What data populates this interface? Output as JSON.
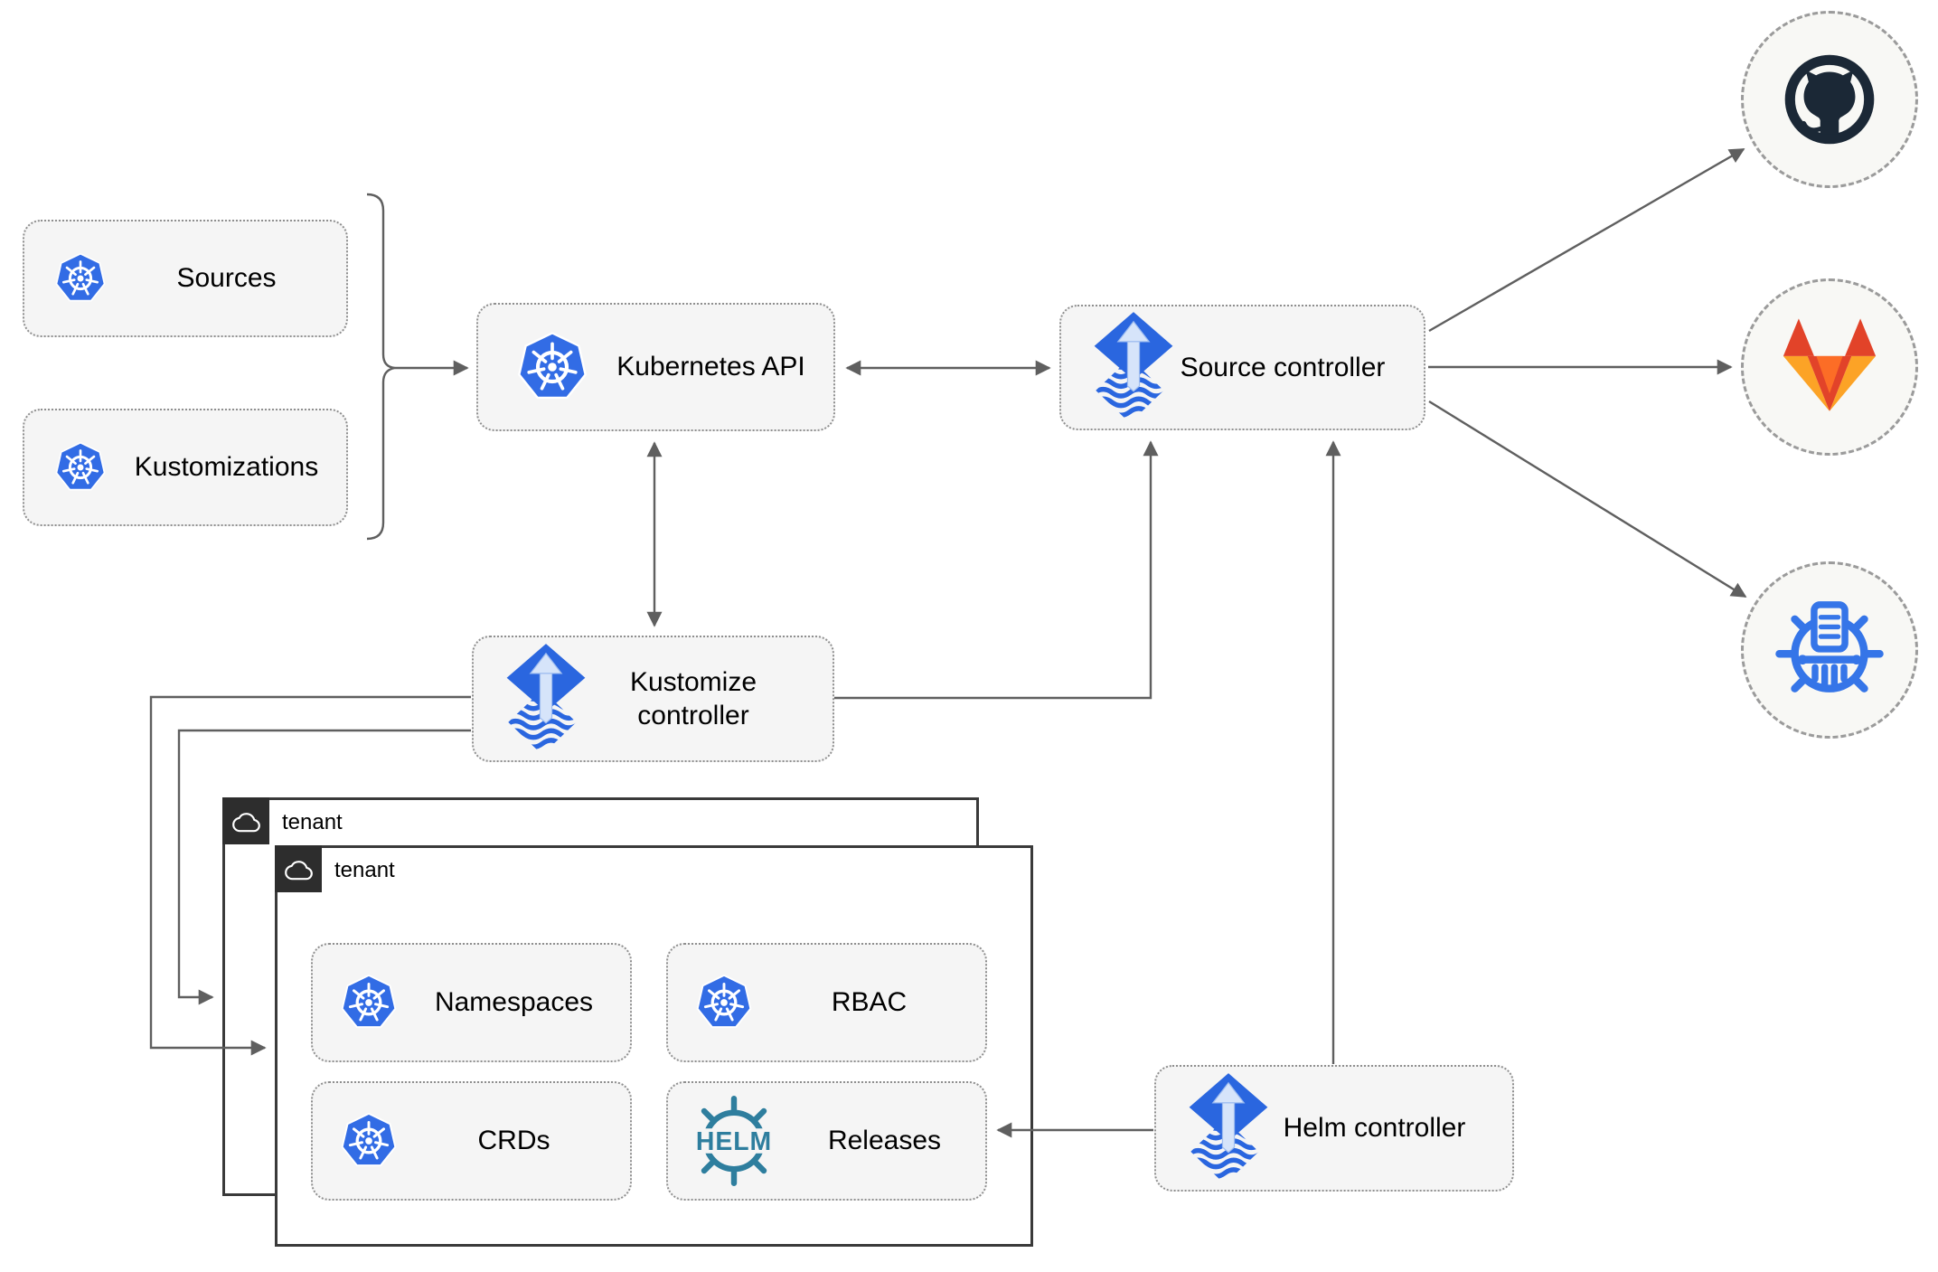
{
  "diagram": {
    "nodes": {
      "sources": "Sources",
      "kustomizations": "Kustomizations",
      "kubernetes_api": "Kubernetes API",
      "source_controller": "Source controller",
      "kustomize_controller": "Kustomize controller",
      "helm_controller": "Helm controller",
      "namespaces": "Namespaces",
      "rbac": "RBAC",
      "crds": "CRDs",
      "releases": "Releases"
    },
    "tenants": {
      "outer": "tenant",
      "inner": "tenant"
    },
    "helm_logo_text": "HELM",
    "providers": [
      "github",
      "gitlab",
      "chartmuseum"
    ],
    "colors": {
      "kubernetes_blue": "#326ce5",
      "flux_blue": "#2a66df",
      "flux_arrow_light": "#d6e4fa",
      "helm_teal": "#2e7e9e",
      "chartmuseum_blue": "#3575e8",
      "github_dark": "#1b2836",
      "gitlab_red": "#e24329",
      "gitlab_orange": "#fc6d26",
      "gitlab_amber": "#fca326",
      "connector_gray": "#5f5f5f",
      "node_fill": "#f5f5f5",
      "node_border": "#8f8f8f",
      "tenant_border": "#3a3a3a",
      "tenant_tab": "#2d2d2d"
    }
  }
}
